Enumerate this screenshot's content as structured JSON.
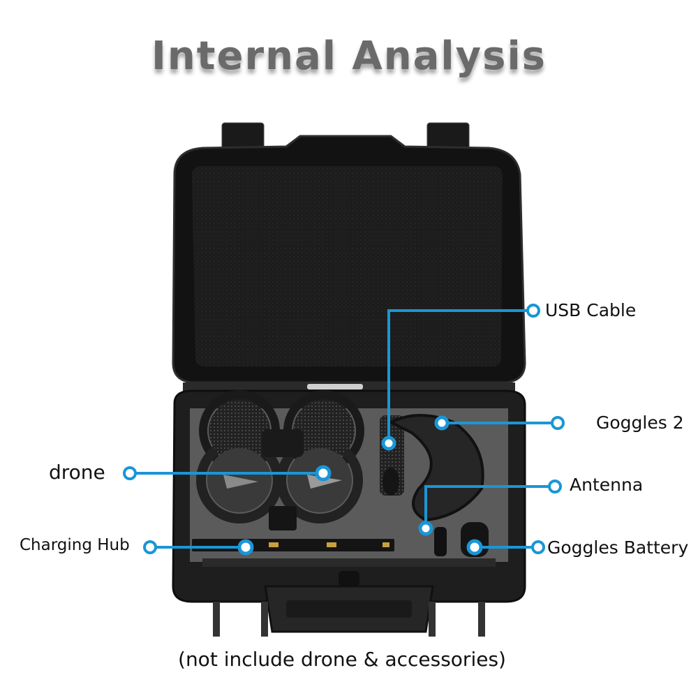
{
  "title": "Internal Analysis",
  "caption": "(not include drone & accessories)",
  "accent_color": "#1a96d6",
  "callouts": [
    {
      "label": "USB Cable",
      "target": "usb-cable"
    },
    {
      "label": "Goggles 2",
      "target": "goggles-2"
    },
    {
      "label": "drone",
      "target": "drone"
    },
    {
      "label": "Antenna",
      "target": "antenna"
    },
    {
      "label": "Charging Hub",
      "target": "charging-hub"
    },
    {
      "label": "Goggles Battery",
      "target": "goggles-battery"
    }
  ]
}
